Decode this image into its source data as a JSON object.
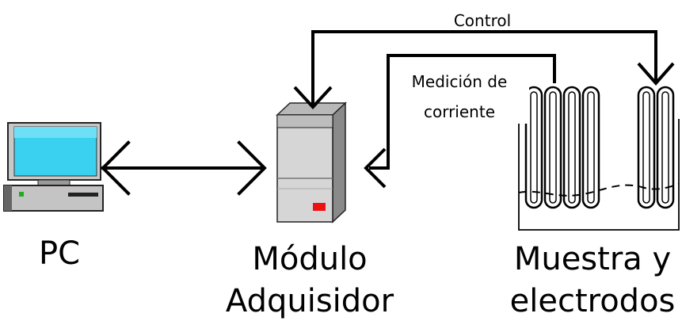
{
  "labels": {
    "pc": "PC",
    "module_line1": "Módulo",
    "module_line2": "Adquisidor",
    "sample_line1": "Muestra y",
    "sample_line2": "electrodos",
    "control": "Control",
    "current_line1": "Medición de",
    "current_line2": "corriente"
  },
  "icons": {
    "computer": "desktop-computer-icon",
    "module": "tower-case-icon",
    "sample": "beaker-with-coil-electrodes-icon"
  },
  "colors": {
    "screen": "#33ccee",
    "case_light": "#d4d4d4",
    "case_dark": "#8f8f8f",
    "indicator_red": "#ee1111",
    "indicator_green": "#22aa22",
    "line": "#000000"
  }
}
